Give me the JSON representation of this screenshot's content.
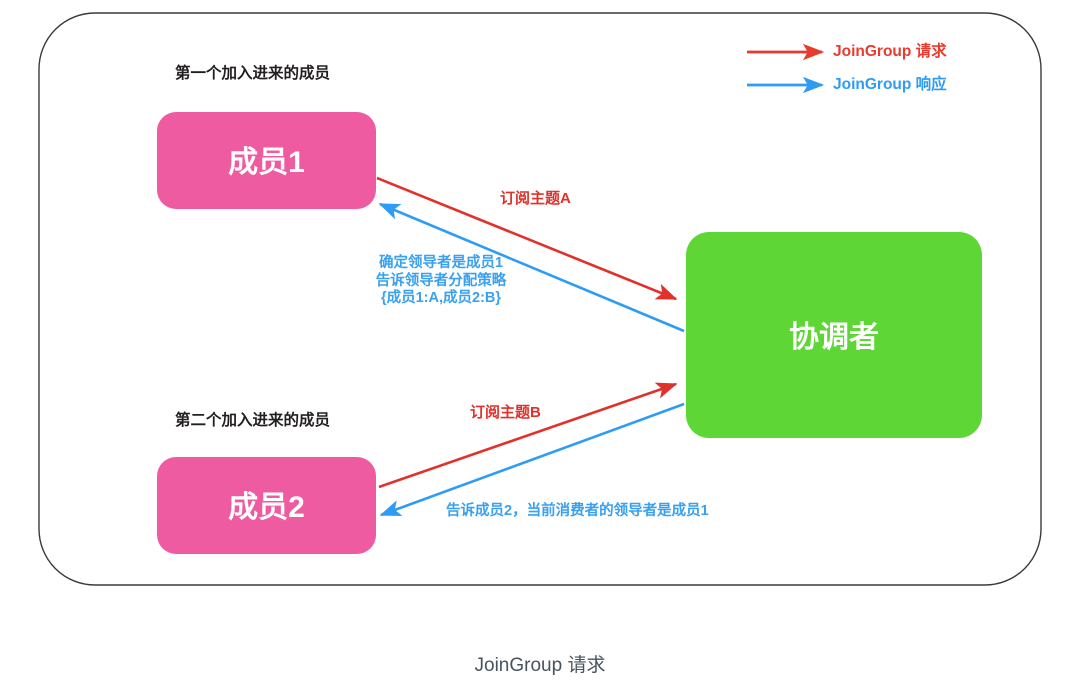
{
  "diagram": {
    "caption": "JoinGroup 请求",
    "colors": {
      "member_fill": "#ee5ba0",
      "coordinator_fill": "#5ed636",
      "request_red": "#e0312a",
      "response_blue": "#2e9cf5",
      "border": "#3a3a3a",
      "caption_text": "#48535f",
      "label_text": "#231f20"
    },
    "legend": [
      {
        "label": "JoinGroup 请求",
        "color": "#e83a2d",
        "arrow": "arrow-right-red"
      },
      {
        "label": "JoinGroup 响应",
        "color": "#2e9cf5",
        "arrow": "arrow-right-blue"
      }
    ],
    "nodes": [
      {
        "id": "member1",
        "title": "成员1",
        "caption": "第一个加入进来的成员"
      },
      {
        "id": "member2",
        "title": "成员2",
        "caption": "第二个加入进来的成员"
      },
      {
        "id": "coordinator",
        "title": "协调者"
      }
    ],
    "edges": [
      {
        "id": "member1-request",
        "from": "member1",
        "to": "coordinator",
        "type": "request",
        "label": "订阅主题A"
      },
      {
        "id": "member1-response",
        "from": "coordinator",
        "to": "member1",
        "type": "response",
        "label_lines": [
          "确定领导者是成员1",
          "告诉领导者分配策略",
          "{成员1:A,成员2:B}"
        ]
      },
      {
        "id": "member2-request",
        "from": "member2",
        "to": "coordinator",
        "type": "request",
        "label": "订阅主题B"
      },
      {
        "id": "member2-response",
        "from": "coordinator",
        "to": "member2",
        "type": "response",
        "label": "告诉成员2，当前消费者的领导者是成员1"
      }
    ]
  }
}
